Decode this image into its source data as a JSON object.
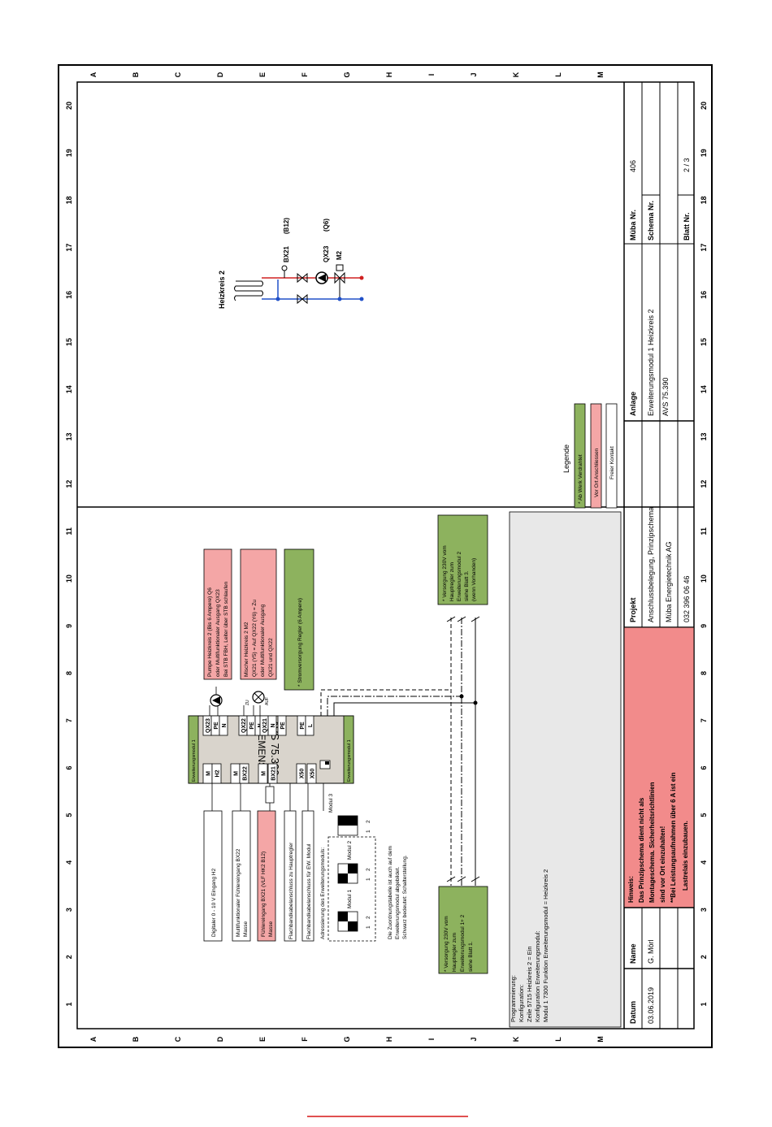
{
  "grid": {
    "columns": [
      "1",
      "2",
      "3",
      "4",
      "5",
      "6",
      "7",
      "8",
      "9",
      "10",
      "11",
      "12",
      "13",
      "14",
      "15",
      "16",
      "17",
      "18",
      "19",
      "20"
    ],
    "rows": [
      "A",
      "B",
      "C",
      "D",
      "E",
      "F",
      "G",
      "H",
      "I",
      "J",
      "K",
      "L",
      "M"
    ]
  },
  "colors": {
    "factory_wired": "#8db25e",
    "on_site": "#f4a6a6",
    "free_contact": "#ffffff",
    "note_bg": "#f28b8b",
    "module_bg": "#d9d4cc",
    "supply_line": "#1a1a1a",
    "return_line": "#2050c8",
    "flow_line": "#d02020"
  },
  "module": {
    "brand": "SIEMENS",
    "model": "AVS 75.390",
    "side_label_top": "Erweiterungsmodul 1",
    "side_label_bottom": "Erweiterungsmodul 1",
    "left_terminals": [
      "M",
      "H2",
      "M",
      "BX22",
      "M",
      "BX21",
      "X50",
      "X50"
    ],
    "right_terminals": [
      "QX23",
      "PE",
      "N",
      "QX22",
      "PE",
      "N",
      "QX21",
      "N",
      "PE",
      "L"
    ]
  },
  "left_labels": {
    "h2_input": "Digitaler 0 - 10 V Eingang H2",
    "bx22_line1": "Multifunktionaler Fühlereingang BX22",
    "bx22_line2": "Masse",
    "bx21_line1": "Fühlereingang BX21 (VLF HK2 B12)",
    "bx21_line2": "Masse",
    "ribbon_main": "Flachbandkabelanschluss zu Hauptregler",
    "ribbon_ext": "Flachbandkabelanschluss für EW. Modul",
    "addressing": "Adressierung des Erweiterungsmoduls:",
    "module1": "Modul 1",
    "module2": "Modul 2",
    "module3": "Modul 3",
    "dip_1": "1",
    "dip_2": "2",
    "mapping_line1": "Die Zuordnungstabelle ist auch auf dem",
    "mapping_line2": "Erweiterungsmodul abgebildet.",
    "mapping_line3": "Schwarz bedeutet: Schalterstellung."
  },
  "right_labels": {
    "pump_line1": "Pumpe Heizkreis 2 (Bis 6 Ampere) Q6",
    "pump_line2": "oder Multifunktionaler Ausgang QX23",
    "pump_line3": "Bei STB FBH, Leiter über STB schlaufen",
    "mixer_line1": "Mischer Heizkreis 2  M2",
    "mixer_line2": "QX21 (Y5) = Auf  QX22 (Y6) = Zu",
    "mixer_line3": "oder Multifunktionaler Ausgang",
    "mixer_line4": "QX21 und QX22",
    "mixer_zu": "ZU",
    "mixer_auf": "AUF",
    "power": "* Stromversorgung Regler (6 Ampere)"
  },
  "supply_left": [
    "* Versorgung 230V vom",
    "Hauptregler zum",
    "Erweiterungsmodul 1+ 2",
    "siehe Blatt 1."
  ],
  "supply_right": [
    "* Versorgung 230V vom",
    "Hauptregler zum",
    "Erweiterungsmodul 2",
    "siehe Blatt 3.",
    "(wenn Vorhanden)"
  ],
  "programming": [
    "Programmierung:",
    "Konfiguration:",
    "Zeile  5715 Heizkreis 2 = Ein",
    "Konfiguration Erweiterungsmodul:",
    "Modul 1 7300 Funktion Erweiterungsmodul = Heizkreis 2"
  ],
  "hydraulic": {
    "title": "Heizkreis 2",
    "bx21": "BX21",
    "b12": "(B12)",
    "qx23": "QX23",
    "q6": "(Q6)",
    "m2": "M2"
  },
  "legend": {
    "title": "Legende",
    "items": [
      "* Ab Werk Verdrahtet",
      "Vor Ort Anschliessen",
      "Freier Kontakt"
    ]
  },
  "title_block": {
    "datum_label": "Datum",
    "datum": "03.06.2019",
    "name_label": "Name",
    "name": "G. Mörl",
    "hinweis": [
      "Hinweis:",
      "Das Prinzipschema dient nicht als",
      "Montageschema. Sicherheitsrichtlinien",
      "sind vor Ort einzuhalten!",
      "**Bei Leistungsaufnahmen über 6 A ist ein",
      "Lastrelais einzubauen."
    ],
    "projekt_label": "Projekt",
    "projekt": [
      "Anschlussbelegung, Prinzipschema",
      "Müba Energietechnik AG",
      "032 396 06 46"
    ],
    "anlage_label": "Anlage",
    "anlage": [
      "Erweiterungsmodul 1 Heizkreis 2",
      "AVS 75.390"
    ],
    "mueba_nr_label": "Müba Nr.",
    "mueba_nr": "406",
    "schema_nr_label": "Schema Nr.",
    "blatt_nr_label": "Blatt Nr.",
    "blatt_nr": "2 / 3"
  }
}
